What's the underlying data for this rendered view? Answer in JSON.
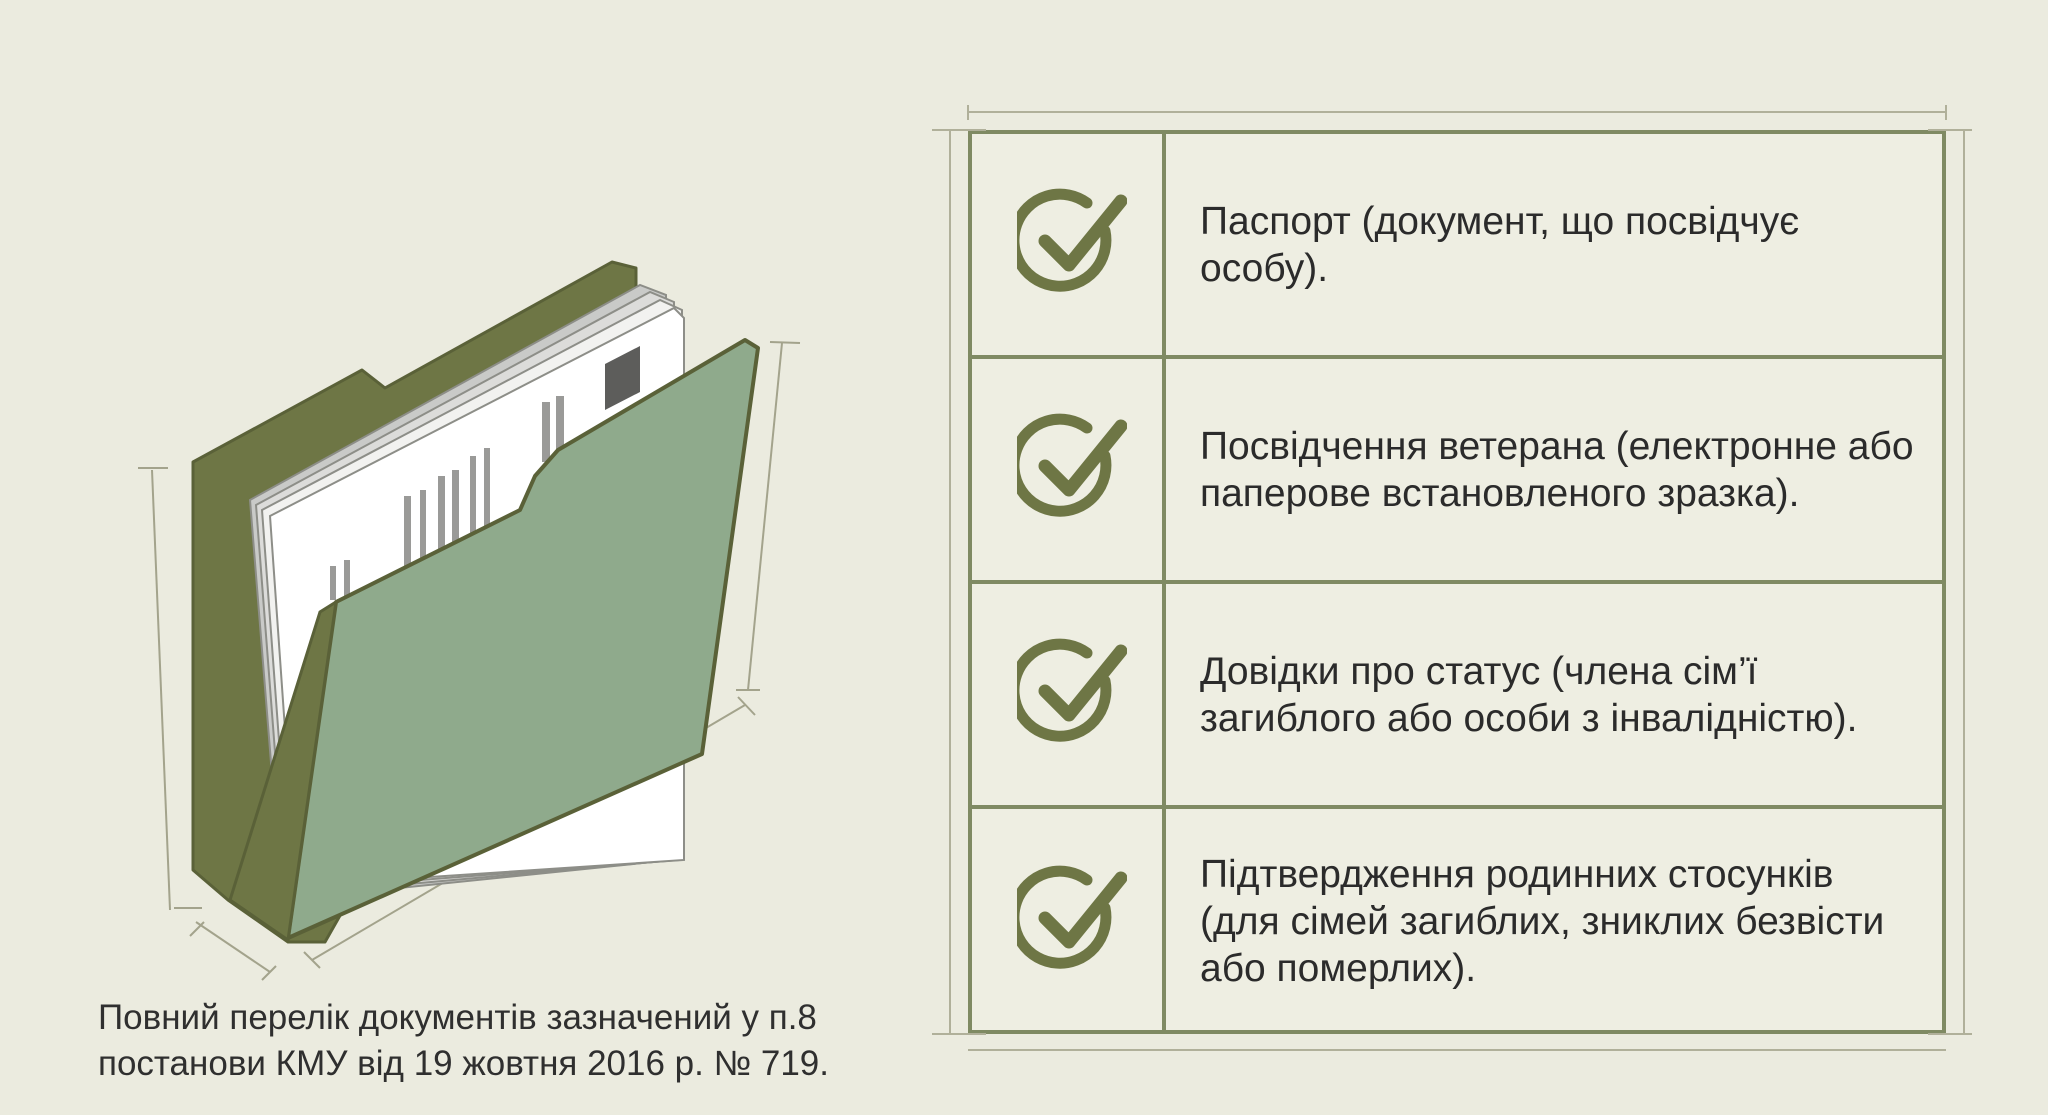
{
  "caption": {
    "line1": "Повний перелік документів зазначений у п.8",
    "line2": "постанови КМУ від 19 жовтня 2016 р. № 719."
  },
  "checklist": {
    "items": [
      {
        "icon": "check-circle-icon",
        "text": "Паспорт (документ, що посвідчує особу)."
      },
      {
        "icon": "check-circle-icon",
        "text": "Посвідчення ветерана (електронне або паперове встановленого зразка)."
      },
      {
        "icon": "check-circle-icon",
        "text": "Довідки про статус (члена сім’ї загиблого або особи з інвалідністю)."
      },
      {
        "icon": "check-circle-icon",
        "text": "Підтвердження родинних стосунків (для сімей загиблих, зниклих безвісти або померлих)."
      }
    ]
  },
  "colors": {
    "background": "#ebebdf",
    "olive": "#6e7645",
    "folder_front": "#8faa8c",
    "line": "#7f8a63"
  }
}
